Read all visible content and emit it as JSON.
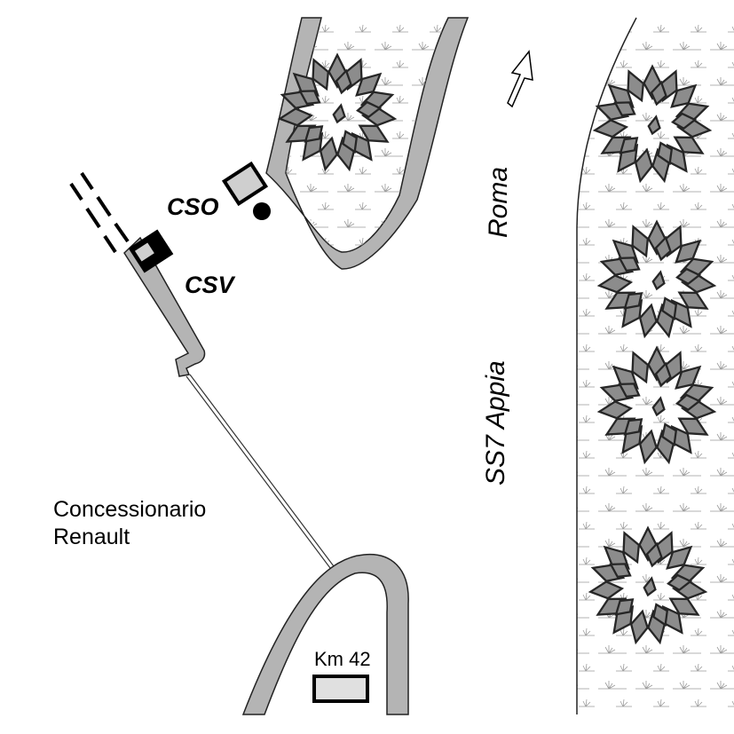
{
  "signals": {
    "cso_label": "CSO",
    "csv_label": "CSV"
  },
  "road": {
    "name": "SS7 Appia",
    "direction": "Roma"
  },
  "places": {
    "dealer_line1": "Concessionario",
    "dealer_line2": "Renault"
  },
  "milestone": {
    "label": "Km 42"
  },
  "colors": {
    "track": "#b4b4b4",
    "tree_fill": "#8c8c8c",
    "milestone_fill": "#e0e0e0",
    "outline": "#1a1a1a"
  },
  "icons": [
    "north-arrow-icon",
    "tree-icon",
    "grass-icon",
    "signal-icon"
  ]
}
